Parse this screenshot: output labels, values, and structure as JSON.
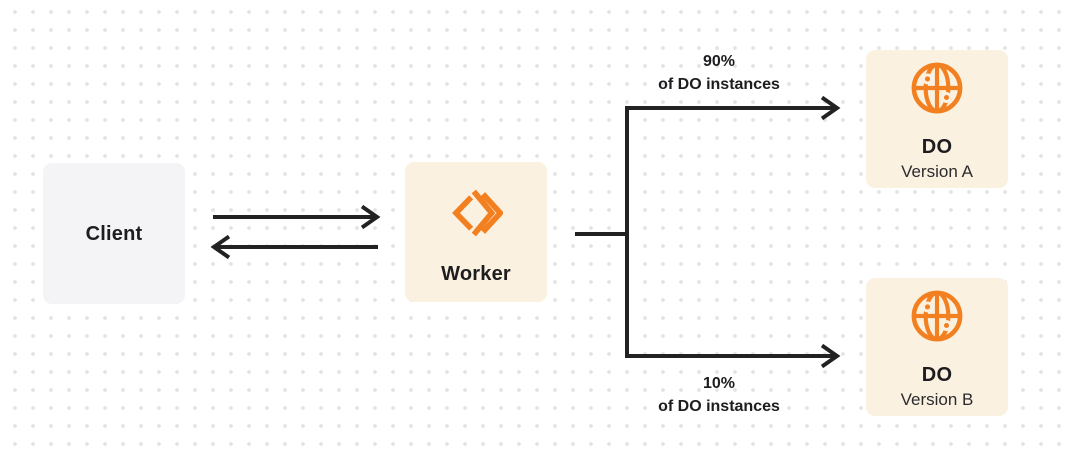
{
  "diagram": {
    "nodes": {
      "client": {
        "label": "Client"
      },
      "worker": {
        "label": "Worker",
        "icon": "cloudflare-workers-icon"
      },
      "do_version_a": {
        "label": "DO",
        "sublabel": "Version A",
        "icon": "durable-object-globe-icon"
      },
      "do_version_b": {
        "label": "DO",
        "sublabel": "Version B",
        "icon": "durable-object-globe-icon"
      }
    },
    "edges": {
      "client_worker": {
        "direction": "bidirectional"
      },
      "worker_do_a": {
        "percent": "90%",
        "description": "of DO instances"
      },
      "worker_do_b": {
        "percent": "10%",
        "description": "of DO instances"
      }
    },
    "colors": {
      "accent": "#f38020",
      "cream": "#fbf1e1",
      "gray": "#f4f4f6",
      "line": "#222222",
      "text": "#1d1d1f",
      "dots": "#e4e4e7",
      "background": "#ffffff"
    }
  }
}
